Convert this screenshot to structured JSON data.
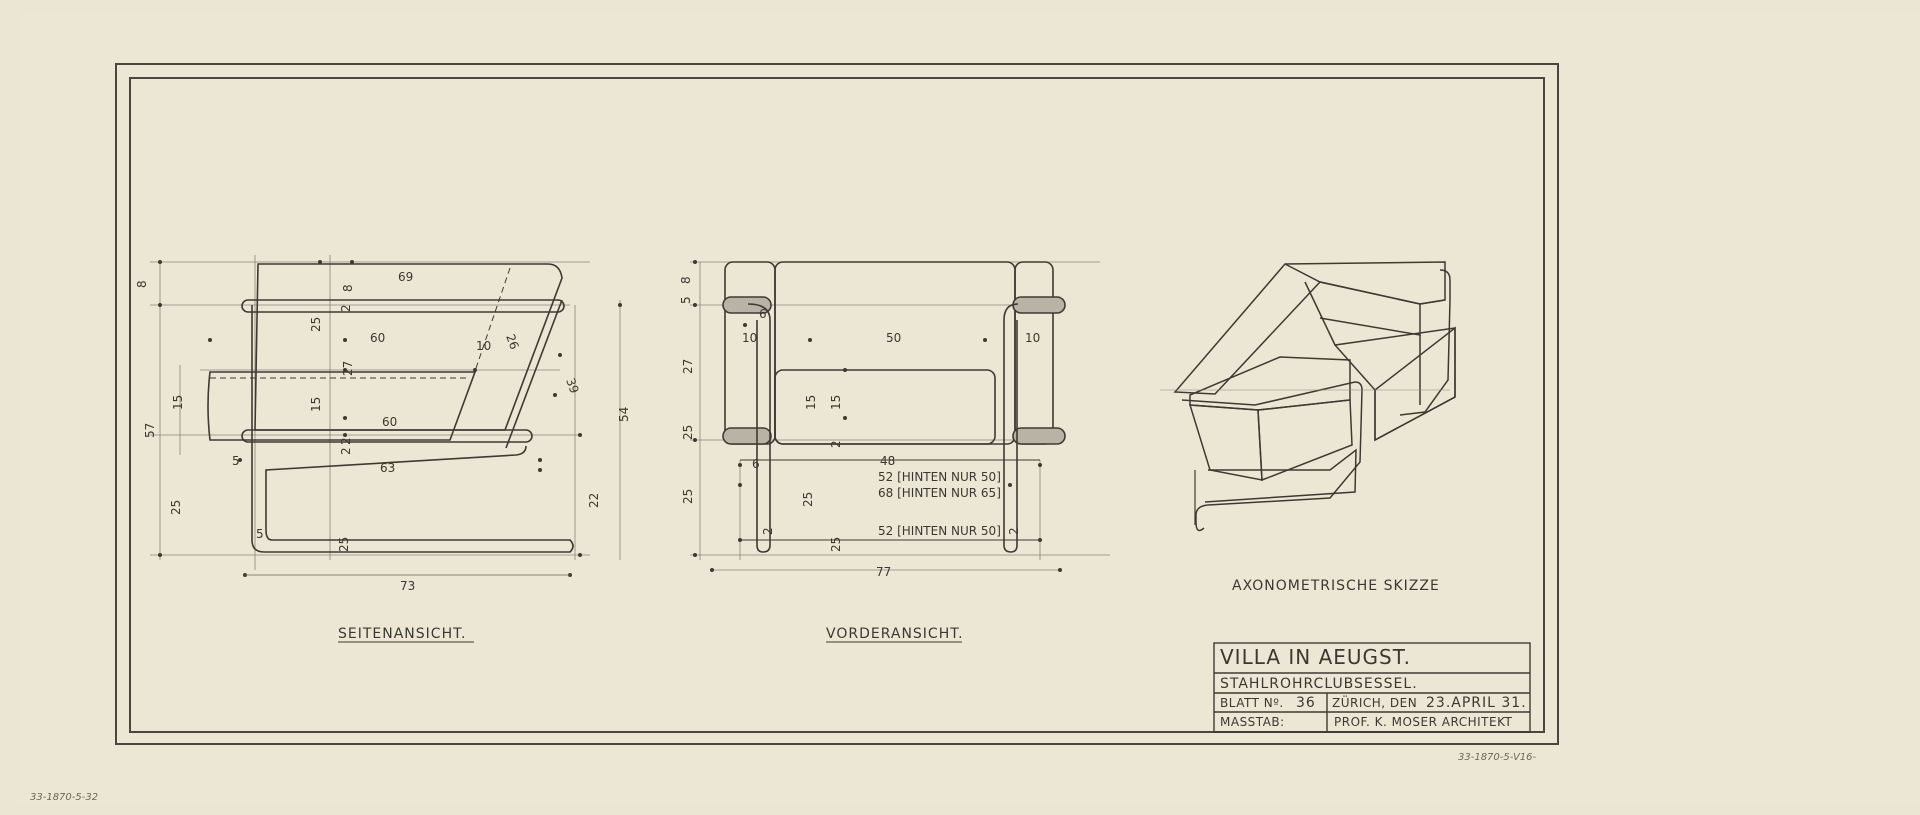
{
  "drawing": {
    "views": {
      "side": {
        "caption": "SEITENANSICHT.",
        "dims": {
          "d69": "69",
          "d8": "8",
          "d25": "25",
          "d60a": "60",
          "d26": "26",
          "d10": "10",
          "d27": "27",
          "d39": "39",
          "d15a": "15",
          "d15b": "15",
          "d60b": "60",
          "d63": "63",
          "d57": "57",
          "d54": "54",
          "d5a": "5",
          "d25b": "25",
          "d22": "22",
          "d5b": "5",
          "d25c": "25",
          "d73": "73",
          "d2a": "2",
          "d2b": "2",
          "d2c": "2"
        }
      },
      "front": {
        "caption": "VORDERANSICHT.",
        "dims": {
          "d8": "8",
          "d5a": "5",
          "d10a": "10",
          "d50": "50",
          "d10b": "10",
          "d27": "27",
          "d15a": "15",
          "d15b": "15",
          "d25a": "25",
          "d2a": "2",
          "d48": "48",
          "d52a": "52 [HINTEN NUR 50]",
          "d68": "68 [HINTEN NUR 65]",
          "d25b": "25",
          "d25c": "25",
          "d52b": "52 [HINTEN NUR 50]",
          "d2b": "2",
          "d25d": "25",
          "d2c": "2",
          "d77": "77",
          "d6a": "6",
          "d6b": "6"
        }
      },
      "axo": {
        "caption": "AXONOMETRISCHE SKIZZE"
      }
    },
    "titleblock": {
      "project": "VILLA IN AEUGST.",
      "object": "STAHLROHRCLUBSESSEL.",
      "sheet_label": "BLATT Nº.",
      "sheet_no": "36",
      "place_date_label": "ZÜRICH, DEN",
      "date": "23.APRIL 31.",
      "scale_label": "MASSTAB:",
      "architect": "PROF. K. MOSER ARCHITEKT"
    },
    "annotations": {
      "archive_right": "33-1870-5-V16-",
      "archive_left": "33-1870-5-32"
    }
  }
}
